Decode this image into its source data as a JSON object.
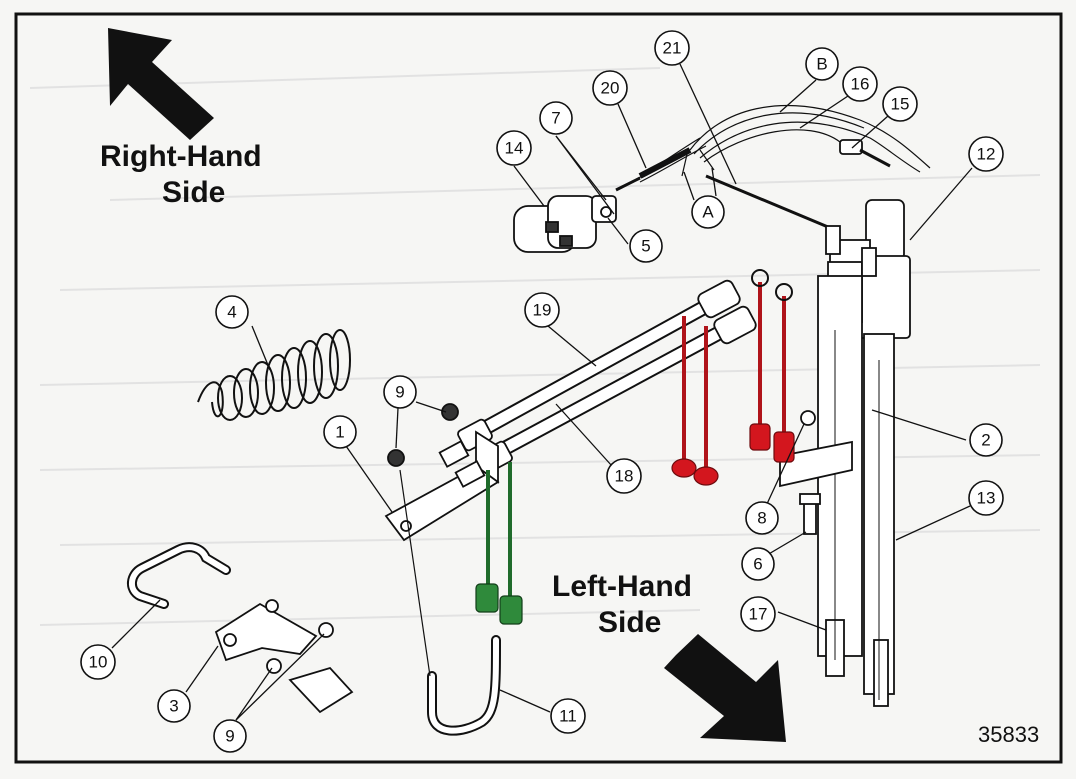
{
  "labels": {
    "right_hand": "Right-Hand",
    "right_side": "Side",
    "left_hand": "Left-Hand",
    "left_side": "Side",
    "figure_id": "35833"
  },
  "callouts": {
    "c1": "1",
    "c2": "2",
    "c3": "3",
    "c4": "4",
    "c5": "5",
    "c6": "6",
    "c7": "7",
    "c8": "8",
    "c9a": "9",
    "c9b": "9",
    "c10": "10",
    "c11": "11",
    "c12": "12",
    "c13": "13",
    "c14": "14",
    "c15": "15",
    "c16": "16",
    "c17": "17",
    "c18": "18",
    "c19": "19",
    "c20": "20",
    "c21": "21",
    "cA": "A",
    "cB": "B"
  },
  "colors": {
    "frame": "#111111",
    "background": "#f6f6f4",
    "red_parts": "#d3161e",
    "green_parts": "#2f8a3b"
  }
}
